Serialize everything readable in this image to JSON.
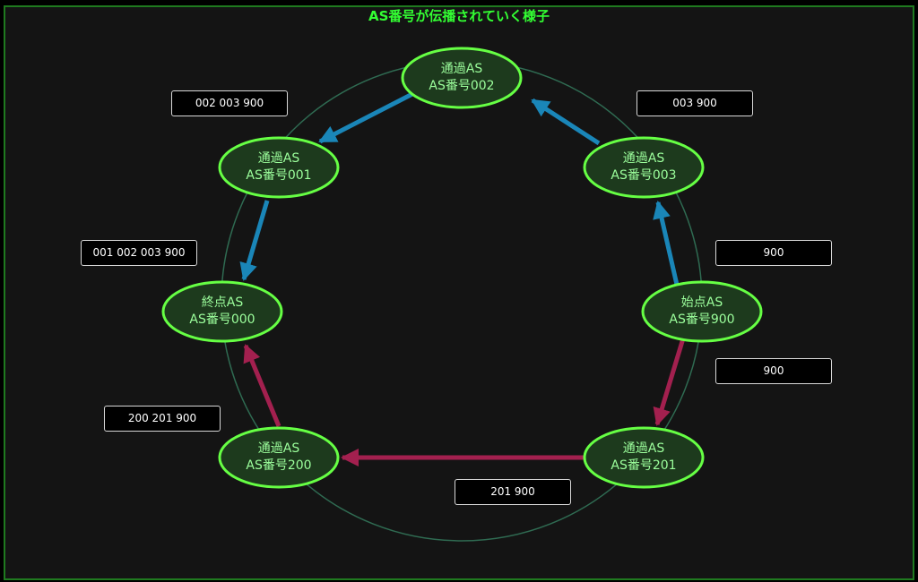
{
  "title": "AS番号が伝播されていく様子",
  "nodes": {
    "n002": {
      "role": "通過AS",
      "as": "AS番号002"
    },
    "n003": {
      "role": "通過AS",
      "as": "AS番号003"
    },
    "n001": {
      "role": "通過AS",
      "as": "AS番号001"
    },
    "n000": {
      "role": "終点AS",
      "as": "AS番号000"
    },
    "n900": {
      "role": "始点AS",
      "as": "AS番号900"
    },
    "n201": {
      "role": "通過AS",
      "as": "AS番号201"
    },
    "n200": {
      "role": "通過AS",
      "as": "AS番号200"
    }
  },
  "paths": {
    "p002": "002 003 900",
    "p003": "003 900",
    "p001": "001 002 003 900",
    "p900_blue": "900",
    "p900_red": "900",
    "p200": "200 201 900",
    "p201": "201 900"
  },
  "colors": {
    "title": "#33ff33",
    "node_fill": "#1d3a1d",
    "node_border": "#66ff44",
    "node_text": "#9cff9c",
    "blue_route": "#1a86b8",
    "red_route": "#a3204f",
    "ring": "#2f6b52"
  }
}
